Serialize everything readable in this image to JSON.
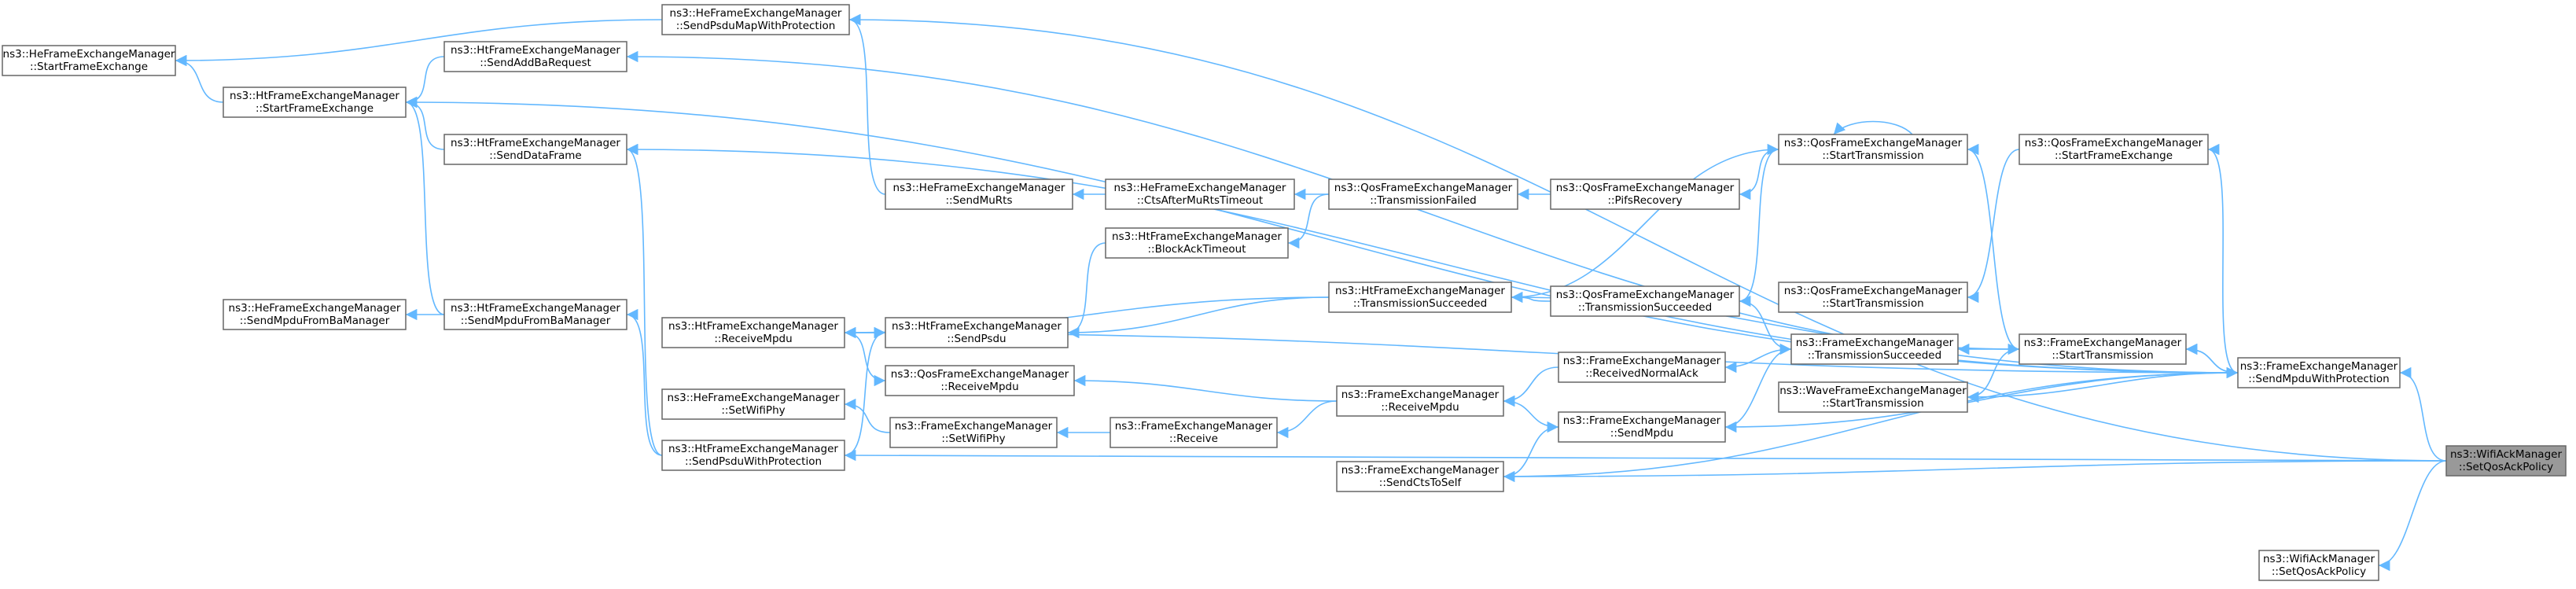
{
  "graph": {
    "type": "call-graph",
    "edge_color": "#63b8ff",
    "node_border_color": "#666666",
    "highlight_fill": "#999999",
    "nodes": [
      {
        "id": "target",
        "line1": "ns3::WifiAckManager",
        "line2": "::SetQosAckPolicy",
        "highlight": true
      },
      {
        "id": "setqos2",
        "line1": "ns3::WifiAckManager",
        "line2": "::SetQosAckPolicy"
      },
      {
        "id": "fe_sendmpdu_prot",
        "line1": "ns3::FrameExchangeManager",
        "line2": "::SendMpduWithProtection"
      },
      {
        "id": "hefe_sendpsdumap",
        "line1": "ns3::HeFrameExchangeManager",
        "line2": "::SendPsduMapWithProtection"
      },
      {
        "id": "htfe_sendpsdu_prot",
        "line1": "ns3::HtFrameExchangeManager",
        "line2": "::SendPsduWithProtection"
      },
      {
        "id": "hefe_startfe",
        "line1": "ns3::HeFrameExchangeManager",
        "line2": "::StartFrameExchange"
      },
      {
        "id": "htfe_startfe",
        "line1": "ns3::HtFrameExchangeManager",
        "line2": "::StartFrameExchange"
      },
      {
        "id": "htfe_sendaddba",
        "line1": "ns3::HtFrameExchangeManager",
        "line2": "::SendAddBaRequest"
      },
      {
        "id": "htfe_senddata",
        "line1": "ns3::HtFrameExchangeManager",
        "line2": "::SendDataFrame"
      },
      {
        "id": "hefe_sendmpdufromba",
        "line1": "ns3::HeFrameExchangeManager",
        "line2": "::SendMpduFromBaManager"
      },
      {
        "id": "htfe_sendmpdufromba",
        "line1": "ns3::HtFrameExchangeManager",
        "line2": "::SendMpduFromBaManager"
      },
      {
        "id": "htfe_recvmpdu",
        "line1": "ns3::HtFrameExchangeManager",
        "line2": "::ReceiveMpdu"
      },
      {
        "id": "hefe_setwifiphy",
        "line1": "ns3::HeFrameExchangeManager",
        "line2": "::SetWifiPhy"
      },
      {
        "id": "hefe_sendmurts",
        "line1": "ns3::HeFrameExchangeManager",
        "line2": "::SendMuRts"
      },
      {
        "id": "htfe_sendpsdu",
        "line1": "ns3::HtFrameExchangeManager",
        "line2": "::SendPsdu"
      },
      {
        "id": "qosfe_recvmpdu",
        "line1": "ns3::QosFrameExchangeManager",
        "line2": "::ReceiveMpdu"
      },
      {
        "id": "fe_setwifiphy",
        "line1": "ns3::FrameExchangeManager",
        "line2": "::SetWifiPhy"
      },
      {
        "id": "hefe_ctsafter",
        "line1": "ns3::HeFrameExchangeManager",
        "line2": "::CtsAfterMuRtsTimeout"
      },
      {
        "id": "htfe_blockack",
        "line1": "ns3::HtFrameExchangeManager",
        "line2": "::BlockAckTimeout"
      },
      {
        "id": "fe_receive",
        "line1": "ns3::FrameExchangeManager",
        "line2": "::Receive"
      },
      {
        "id": "qosfe_txfailed",
        "line1": "ns3::QosFrameExchangeManager",
        "line2": "::TransmissionFailed"
      },
      {
        "id": "htfe_txsucc",
        "line1": "ns3::HtFrameExchangeManager",
        "line2": "::TransmissionSucceeded"
      },
      {
        "id": "fe_recvmpdu",
        "line1": "ns3::FrameExchangeManager",
        "line2": "::ReceiveMpdu"
      },
      {
        "id": "fe_sendcts",
        "line1": "ns3::FrameExchangeManager",
        "line2": "::SendCtsToSelf"
      },
      {
        "id": "qosfe_pifs",
        "line1": "ns3::QosFrameExchangeManager",
        "line2": "::PifsRecovery"
      },
      {
        "id": "qosfe_txsucc",
        "line1": "ns3::QosFrameExchangeManager",
        "line2": "::TransmissionSucceeded"
      },
      {
        "id": "fe_recvnormalack",
        "line1": "ns3::FrameExchangeManager",
        "line2": "::ReceivedNormalAck"
      },
      {
        "id": "fe_sendmpdu",
        "line1": "ns3::FrameExchangeManager",
        "line2": "::SendMpdu"
      },
      {
        "id": "qosfe_starttx_a",
        "line1": "ns3::QosFrameExchangeManager",
        "line2": "::StartTransmission"
      },
      {
        "id": "qosfe_starttx_b",
        "line1": "ns3::QosFrameExchangeManager",
        "line2": "::StartTransmission"
      },
      {
        "id": "fe_txsucc",
        "line1": "ns3::FrameExchangeManager",
        "line2": "::TransmissionSucceeded"
      },
      {
        "id": "wavefe_starttx",
        "line1": "ns3::WaveFrameExchangeManager",
        "line2": "::StartTransmission"
      },
      {
        "id": "qosfe_startfe",
        "line1": "ns3::QosFrameExchangeManager",
        "line2": "::StartFrameExchange"
      },
      {
        "id": "fe_starttx",
        "line1": "ns3::FrameExchangeManager",
        "line2": "::StartTransmission"
      }
    ],
    "edges": [
      [
        "fe_sendmpdu_prot",
        "target"
      ],
      [
        "hefe_sendpsdumap",
        "target"
      ],
      [
        "htfe_sendpsdu_prot",
        "target"
      ],
      [
        "fe_sendcts",
        "target"
      ],
      [
        "setqos2",
        "target"
      ],
      [
        "htfe_sendaddba",
        "fe_sendmpdu_prot"
      ],
      [
        "htfe_startfe",
        "fe_sendmpdu_prot"
      ],
      [
        "htfe_senddata",
        "fe_sendmpdu_prot"
      ],
      [
        "htfe_recvmpdu",
        "fe_sendmpdu_prot"
      ],
      [
        "qosfe_startfe",
        "fe_sendmpdu_prot"
      ],
      [
        "fe_starttx",
        "fe_sendmpdu_prot"
      ],
      [
        "wavefe_starttx",
        "fe_sendmpdu_prot"
      ],
      [
        "hefe_startfe",
        "hefe_sendpsdumap"
      ],
      [
        "hefe_startfe",
        "htfe_startfe"
      ],
      [
        "htfe_startfe",
        "htfe_sendaddba"
      ],
      [
        "htfe_startfe",
        "htfe_senddata"
      ],
      [
        "htfe_startfe",
        "htfe_sendmpdufromba"
      ],
      [
        "hefe_sendmpdufromba",
        "htfe_sendmpdufromba"
      ],
      [
        "htfe_sendmpdufromba",
        "htfe_sendpsdu_prot"
      ],
      [
        "htfe_senddata",
        "htfe_sendpsdu_prot"
      ],
      [
        "htfe_sendpsdu",
        "htfe_sendpsdu_prot"
      ],
      [
        "htfe_sendpsdu",
        "htfe_recvmpdu"
      ],
      [
        "hefe_sendpsdumap",
        "hefe_sendmurts"
      ],
      [
        "qosfe_recvmpdu",
        "htfe_recvmpdu"
      ],
      [
        "hefe_sendmurts",
        "hefe_ctsafter"
      ],
      [
        "hefe_ctsafter",
        "qosfe_txfailed"
      ],
      [
        "htfe_blockack",
        "qosfe_txfailed"
      ],
      [
        "htfe_sendpsdu",
        "htfe_blockack"
      ],
      [
        "htfe_sendpsdu",
        "htfe_txsucc"
      ],
      [
        "htfe_recvmpdu",
        "htfe_txsucc"
      ],
      [
        "qosfe_recvmpdu",
        "fe_recvmpdu"
      ],
      [
        "hefe_setwifiphy",
        "fe_setwifiphy"
      ],
      [
        "fe_setwifiphy",
        "fe_receive"
      ],
      [
        "fe_receive",
        "fe_recvmpdu"
      ],
      [
        "qosfe_txfailed",
        "qosfe_pifs"
      ],
      [
        "htfe_txsucc",
        "qosfe_txsucc"
      ],
      [
        "fe_recvmpdu",
        "fe_recvnormalack"
      ],
      [
        "fe_recvmpdu",
        "fe_sendmpdu"
      ],
      [
        "fe_sendmpdu",
        "fe_sendcts"
      ],
      [
        "fe_sendmpdu_prot",
        "fe_sendcts"
      ],
      [
        "fe_sendmpdu_prot",
        "fe_sendmpdu"
      ],
      [
        "qosfe_pifs",
        "qosfe_starttx_a"
      ],
      [
        "qosfe_txsucc",
        "qosfe_starttx_a"
      ],
      [
        "qosfe_starttx_a",
        "qosfe_starttx_a"
      ],
      [
        "qosfe_starttx_a",
        "htfe_txsucc"
      ],
      [
        "fe_recvnormalack",
        "fe_txsucc"
      ],
      [
        "fe_sendmpdu",
        "fe_txsucc"
      ],
      [
        "fe_txsucc",
        "qosfe_txsucc"
      ],
      [
        "qosfe_starttx_a",
        "fe_starttx"
      ],
      [
        "fe_txsucc",
        "fe_starttx"
      ],
      [
        "wavefe_starttx",
        "fe_starttx"
      ],
      [
        "qosfe_starttx_b",
        "qosfe_startfe"
      ],
      [
        "fe_starttx",
        "htfe_txsucc"
      ],
      [
        "fe_starttx",
        "fe_sendmpdu_prot"
      ]
    ]
  }
}
